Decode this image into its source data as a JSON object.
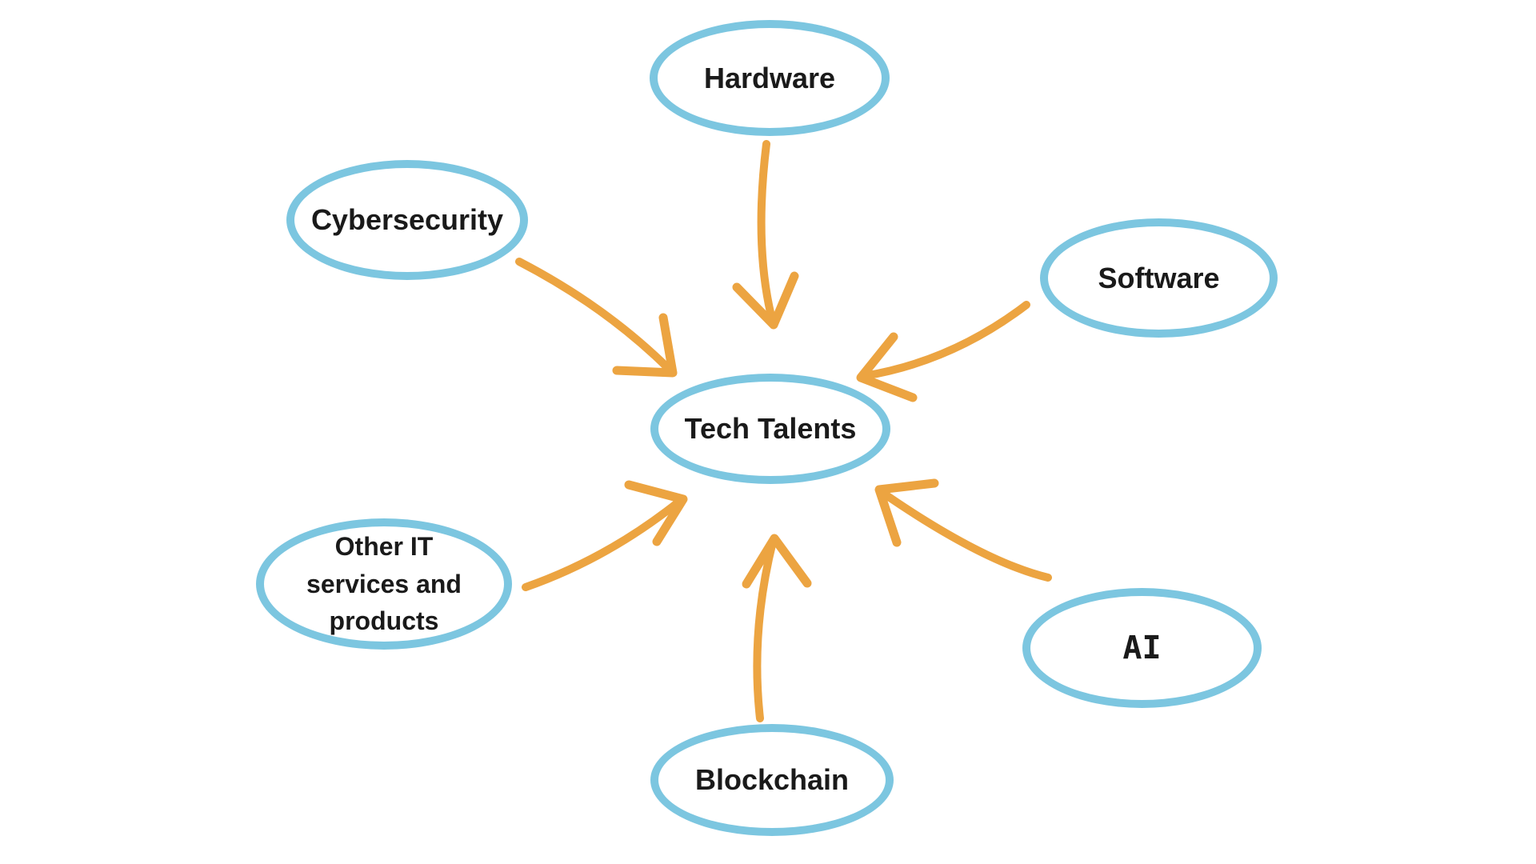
{
  "colors": {
    "background": "#FFFFFF",
    "node_border": "#7CC6E0",
    "arrow": "#ECA441",
    "text": "#1A1A1A"
  },
  "nodes": {
    "hardware": {
      "label": "Hardware"
    },
    "cybersecurity": {
      "label": "Cybersecurity"
    },
    "software": {
      "label": "Software"
    },
    "tech_talents": {
      "label": "Tech Talents"
    },
    "other_it": {
      "label": "Other IT services and products",
      "lines": [
        "Other IT",
        "services and",
        "products"
      ]
    },
    "ai": {
      "label": "AI"
    },
    "blockchain": {
      "label": "Blockchain"
    }
  },
  "edges": [
    {
      "from": "Hardware",
      "to": "Tech Talents"
    },
    {
      "from": "Cybersecurity",
      "to": "Tech Talents"
    },
    {
      "from": "Software",
      "to": "Tech Talents"
    },
    {
      "from": "Other IT services and products",
      "to": "Tech Talents"
    },
    {
      "from": "AI",
      "to": "Tech Talents"
    },
    {
      "from": "Blockchain",
      "to": "Tech Talents"
    }
  ]
}
